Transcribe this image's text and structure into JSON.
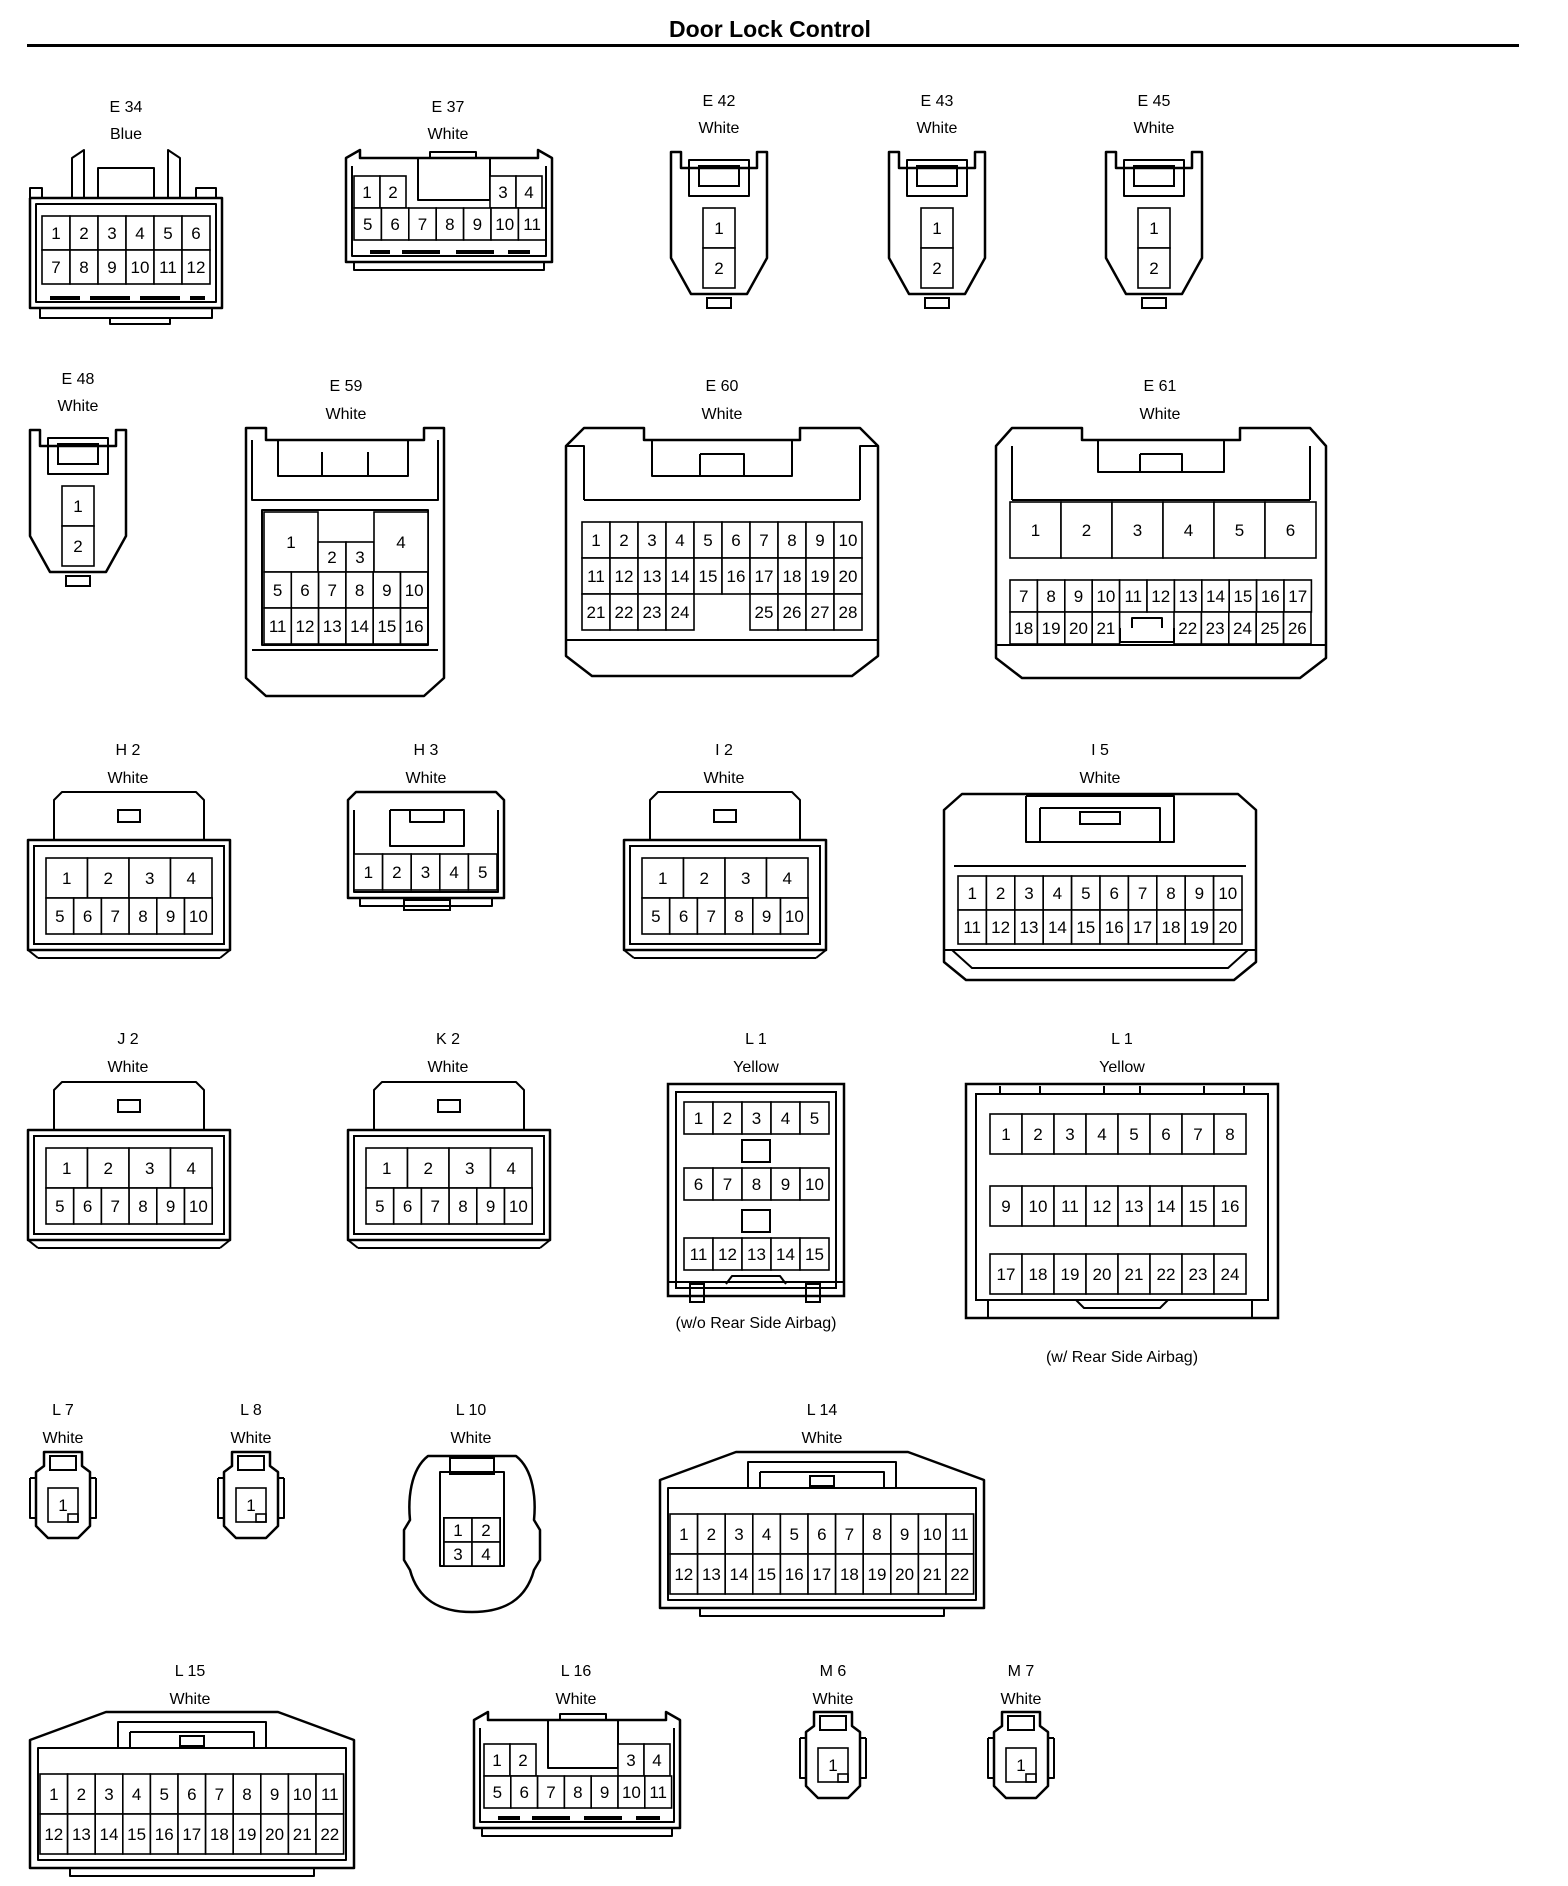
{
  "title": "Door Lock Control",
  "connectors": [
    {
      "id": "E34",
      "name": "E 34",
      "color": "Blue",
      "pins": [
        "1",
        "2",
        "3",
        "4",
        "5",
        "6",
        "7",
        "8",
        "9",
        "10",
        "11",
        "12"
      ]
    },
    {
      "id": "E37",
      "name": "E 37",
      "color": "White",
      "pins": [
        "1",
        "2",
        "3",
        "4",
        "5",
        "6",
        "7",
        "8",
        "9",
        "10",
        "11"
      ]
    },
    {
      "id": "E42",
      "name": "E 42",
      "color": "White",
      "pins": [
        "1",
        "2"
      ]
    },
    {
      "id": "E43",
      "name": "E 43",
      "color": "White",
      "pins": [
        "1",
        "2"
      ]
    },
    {
      "id": "E45",
      "name": "E 45",
      "color": "White",
      "pins": [
        "1",
        "2"
      ]
    },
    {
      "id": "E48",
      "name": "E 48",
      "color": "White",
      "pins": [
        "1",
        "2"
      ]
    },
    {
      "id": "E59",
      "name": "E 59",
      "color": "White",
      "pins": [
        "1",
        "2",
        "3",
        "4",
        "5",
        "6",
        "7",
        "8",
        "9",
        "10",
        "11",
        "12",
        "13",
        "14",
        "15",
        "16"
      ]
    },
    {
      "id": "E60",
      "name": "E 60",
      "color": "White",
      "pins": [
        "1",
        "2",
        "3",
        "4",
        "5",
        "6",
        "7",
        "8",
        "9",
        "10",
        "11",
        "12",
        "13",
        "14",
        "15",
        "16",
        "17",
        "18",
        "19",
        "20",
        "21",
        "22",
        "23",
        "24",
        "25",
        "26",
        "27",
        "28"
      ]
    },
    {
      "id": "E61",
      "name": "E 61",
      "color": "White",
      "pins": [
        "1",
        "2",
        "3",
        "4",
        "5",
        "6",
        "7",
        "8",
        "9",
        "10",
        "11",
        "12",
        "13",
        "14",
        "15",
        "16",
        "17",
        "18",
        "19",
        "20",
        "21",
        "22",
        "23",
        "24",
        "25",
        "26"
      ]
    },
    {
      "id": "H2",
      "name": "H 2",
      "color": "White",
      "pins": [
        "1",
        "2",
        "3",
        "4",
        "5",
        "6",
        "7",
        "8",
        "9",
        "10"
      ]
    },
    {
      "id": "H3",
      "name": "H 3",
      "color": "White",
      "pins": [
        "1",
        "2",
        "3",
        "4",
        "5"
      ]
    },
    {
      "id": "I2",
      "name": "I 2",
      "color": "White",
      "pins": [
        "1",
        "2",
        "3",
        "4",
        "5",
        "6",
        "7",
        "8",
        "9",
        "10"
      ]
    },
    {
      "id": "I5",
      "name": "I 5",
      "color": "White",
      "pins": [
        "1",
        "2",
        "3",
        "4",
        "5",
        "6",
        "7",
        "8",
        "9",
        "10",
        "11",
        "12",
        "13",
        "14",
        "15",
        "16",
        "17",
        "18",
        "19",
        "20"
      ]
    },
    {
      "id": "J2",
      "name": "J 2",
      "color": "White",
      "pins": [
        "1",
        "2",
        "3",
        "4",
        "5",
        "6",
        "7",
        "8",
        "9",
        "10"
      ]
    },
    {
      "id": "K2",
      "name": "K 2",
      "color": "White",
      "pins": [
        "1",
        "2",
        "3",
        "4",
        "5",
        "6",
        "7",
        "8",
        "9",
        "10"
      ]
    },
    {
      "id": "L1a",
      "name": "L 1",
      "color": "Yellow",
      "note": "(w/o Rear Side Airbag)",
      "pins": [
        "1",
        "2",
        "3",
        "4",
        "5",
        "6",
        "7",
        "8",
        "9",
        "10",
        "11",
        "12",
        "13",
        "14",
        "15"
      ]
    },
    {
      "id": "L1b",
      "name": "L 1",
      "color": "Yellow",
      "note": "(w/ Rear Side Airbag)",
      "pins": [
        "1",
        "2",
        "3",
        "4",
        "5",
        "6",
        "7",
        "8",
        "9",
        "10",
        "11",
        "12",
        "13",
        "14",
        "15",
        "16",
        "17",
        "18",
        "19",
        "20",
        "21",
        "22",
        "23",
        "24"
      ]
    },
    {
      "id": "L7",
      "name": "L 7",
      "color": "White",
      "pins": [
        "1"
      ]
    },
    {
      "id": "L8",
      "name": "L 8",
      "color": "White",
      "pins": [
        "1"
      ]
    },
    {
      "id": "L10",
      "name": "L 10",
      "color": "White",
      "pins": [
        "1",
        "2",
        "3",
        "4"
      ]
    },
    {
      "id": "L14",
      "name": "L 14",
      "color": "White",
      "pins": [
        "1",
        "2",
        "3",
        "4",
        "5",
        "6",
        "7",
        "8",
        "9",
        "10",
        "11",
        "12",
        "13",
        "14",
        "15",
        "16",
        "17",
        "18",
        "19",
        "20",
        "21",
        "22"
      ]
    },
    {
      "id": "L15",
      "name": "L 15",
      "color": "White",
      "pins": [
        "1",
        "2",
        "3",
        "4",
        "5",
        "6",
        "7",
        "8",
        "9",
        "10",
        "11",
        "12",
        "13",
        "14",
        "15",
        "16",
        "17",
        "18",
        "19",
        "20",
        "21",
        "22"
      ]
    },
    {
      "id": "L16",
      "name": "L 16",
      "color": "White",
      "pins": [
        "1",
        "2",
        "3",
        "4",
        "5",
        "6",
        "7",
        "8",
        "9",
        "10",
        "11"
      ]
    },
    {
      "id": "M6",
      "name": "M 6",
      "color": "White",
      "pins": [
        "1"
      ]
    },
    {
      "id": "M7",
      "name": "M 7",
      "color": "White",
      "pins": [
        "1"
      ]
    }
  ]
}
